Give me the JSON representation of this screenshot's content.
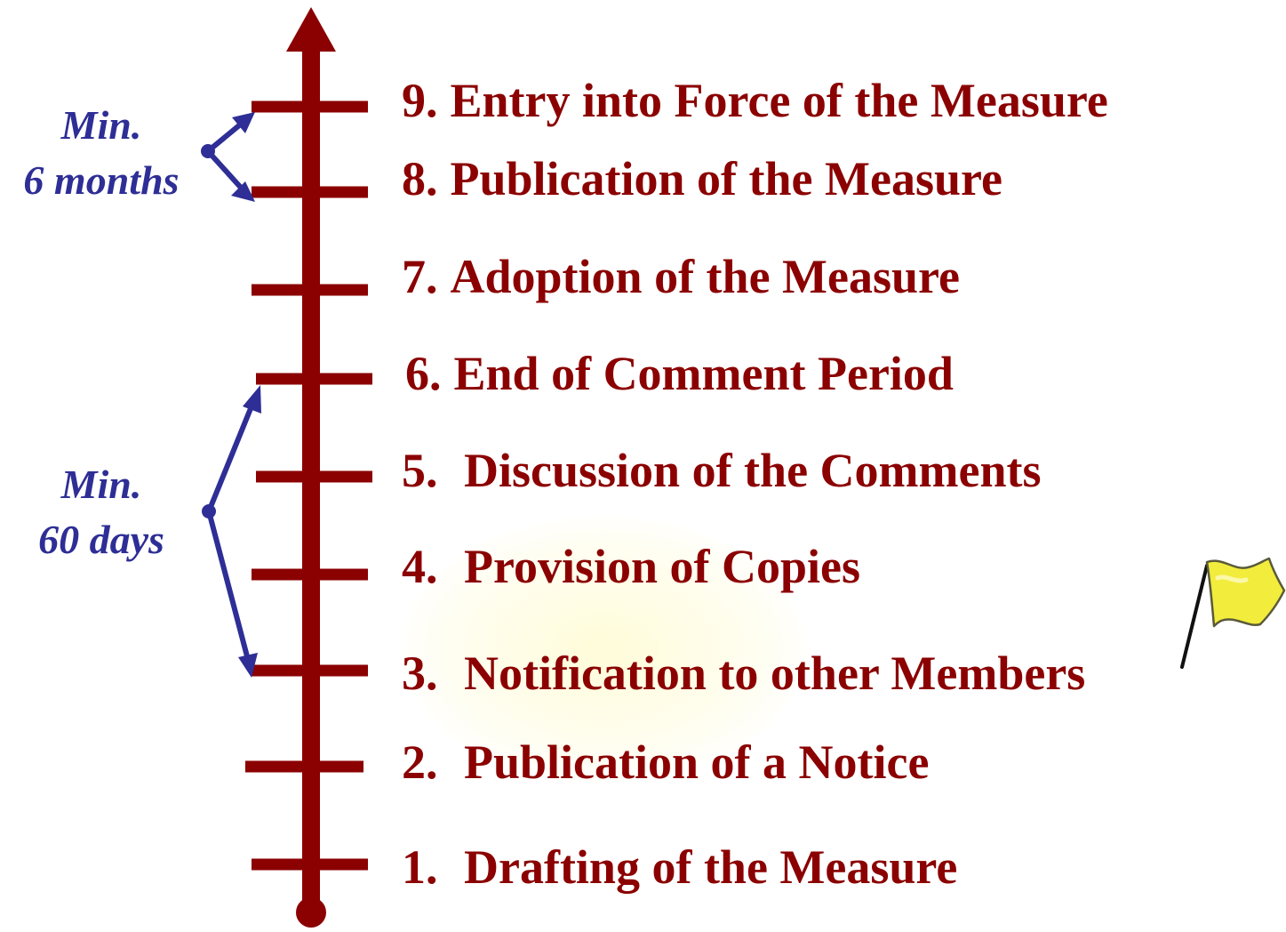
{
  "steps": [
    {
      "num": "9.",
      "label": "Entry into Force of the Measure"
    },
    {
      "num": "8.",
      "label": "Publication of the Measure"
    },
    {
      "num": "7.",
      "label": "Adoption of the Measure"
    },
    {
      "num": "6.",
      "label": "End of Comment Period"
    },
    {
      "num": "5.",
      "label": "Discussion of the Comments"
    },
    {
      "num": "4.",
      "label": "Provision of Copies"
    },
    {
      "num": "3.",
      "label": "Notification to other Members"
    },
    {
      "num": "2.",
      "label": "Publication of a Notice"
    },
    {
      "num": "1.",
      "label": "Drafting of the Measure"
    }
  ],
  "annotations": {
    "six_months": {
      "line1": "Min.",
      "line2": "6 months"
    },
    "sixty_days": {
      "line1": "Min.",
      "line2": "60 days"
    }
  },
  "colors": {
    "timeline": "#8b0000",
    "annotation": "#2e2e96",
    "flag": "#f2ec3c"
  },
  "icons": {
    "flag": "flag-icon"
  }
}
